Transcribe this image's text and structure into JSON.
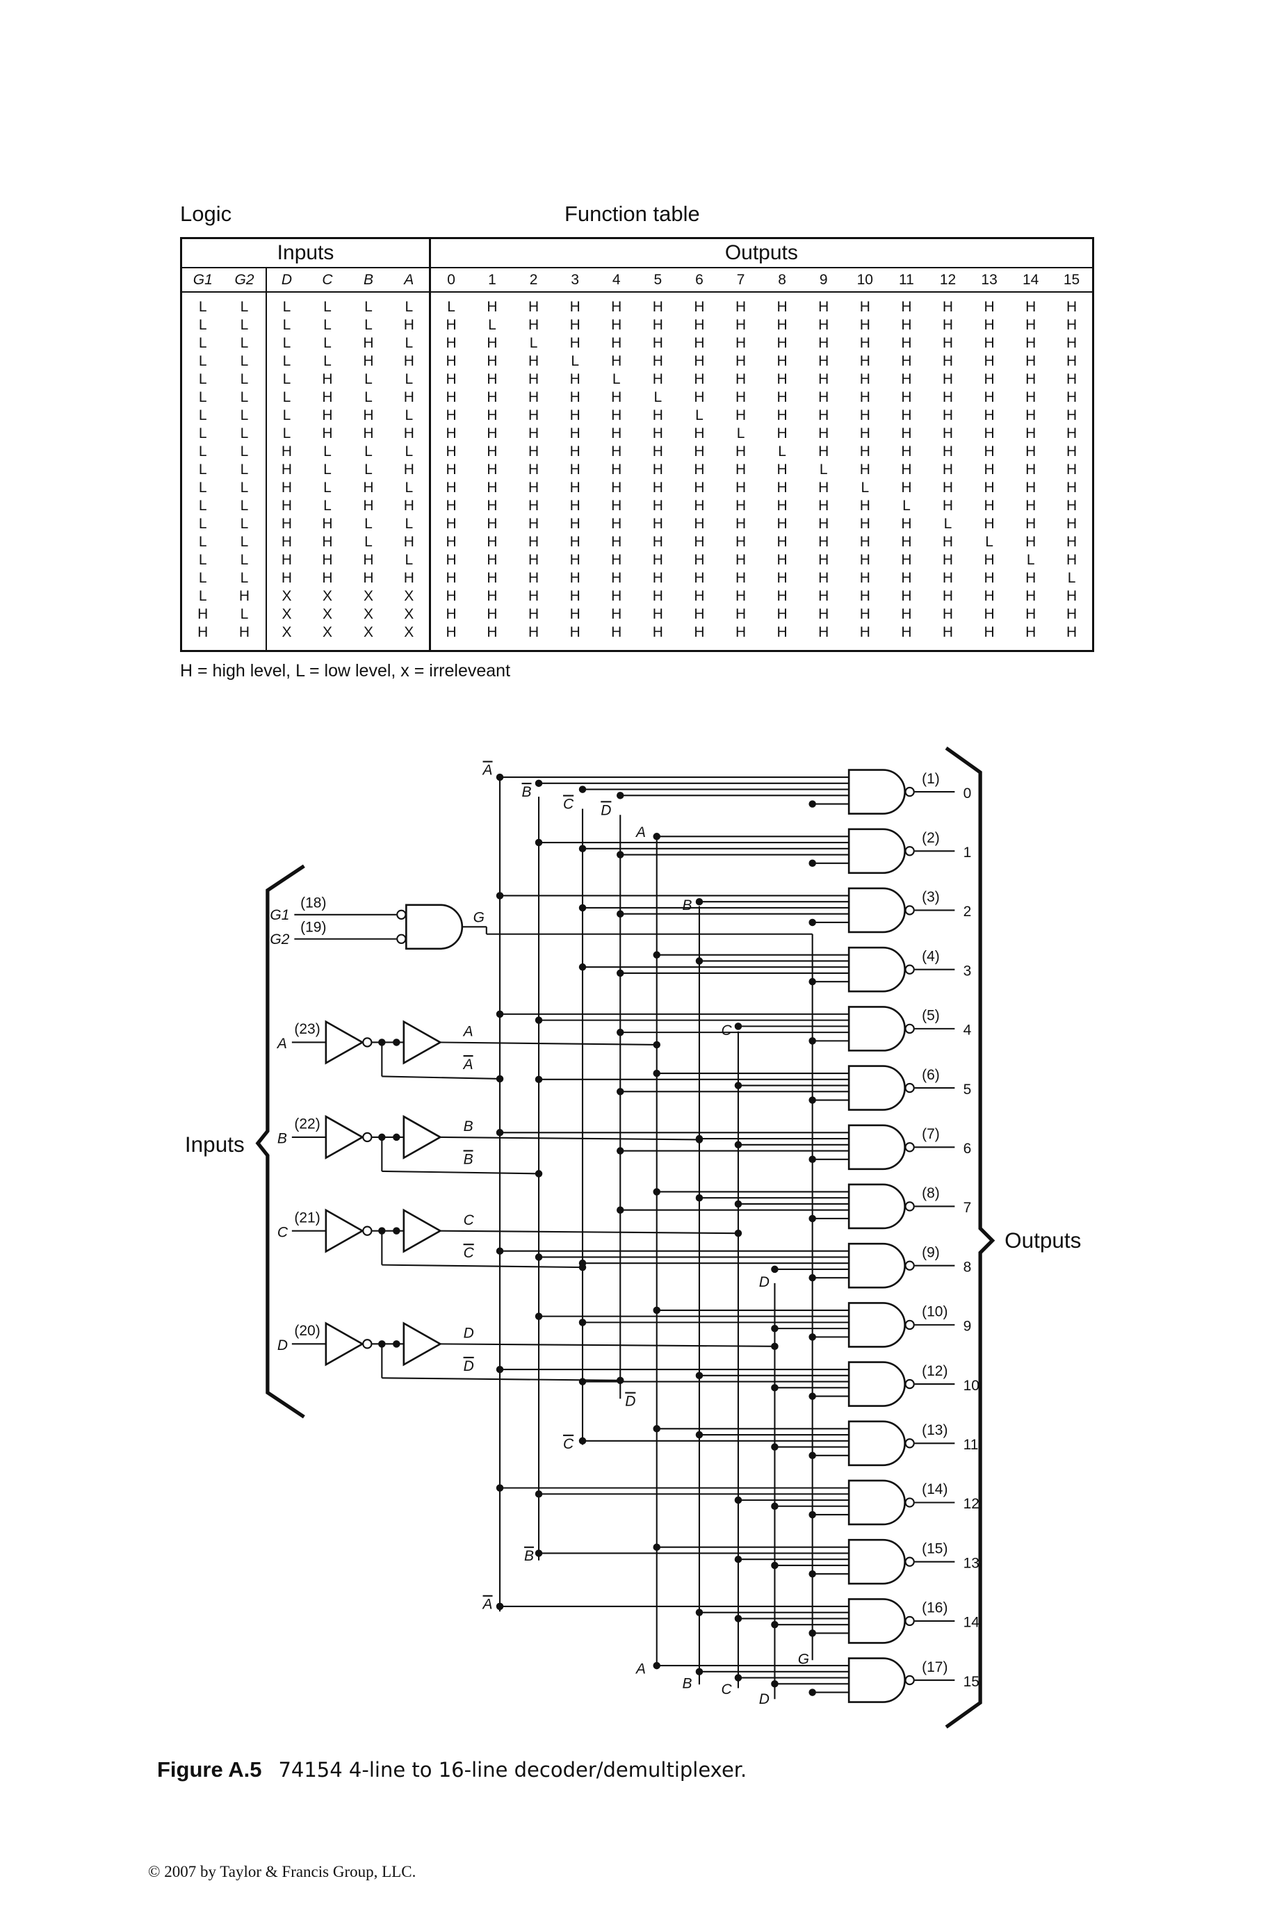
{
  "header": {
    "logic_title": "Logic",
    "function_title": "Function table"
  },
  "table": {
    "inputs_label": "Inputs",
    "outputs_label": "Outputs",
    "input_columns": [
      "G1",
      "G2",
      "D",
      "C",
      "B",
      "A"
    ],
    "output_columns": [
      "0",
      "1",
      "2",
      "3",
      "4",
      "5",
      "6",
      "7",
      "8",
      "9",
      "10",
      "11",
      "12",
      "13",
      "14",
      "15"
    ],
    "rows": [
      {
        "inputs": [
          "L",
          "L",
          "L",
          "L",
          "L",
          "L"
        ],
        "outputs": [
          "L",
          "H",
          "H",
          "H",
          "H",
          "H",
          "H",
          "H",
          "H",
          "H",
          "H",
          "H",
          "H",
          "H",
          "H",
          "H"
        ]
      },
      {
        "inputs": [
          "L",
          "L",
          "L",
          "L",
          "L",
          "H"
        ],
        "outputs": [
          "H",
          "L",
          "H",
          "H",
          "H",
          "H",
          "H",
          "H",
          "H",
          "H",
          "H",
          "H",
          "H",
          "H",
          "H",
          "H"
        ]
      },
      {
        "inputs": [
          "L",
          "L",
          "L",
          "L",
          "H",
          "L"
        ],
        "outputs": [
          "H",
          "H",
          "L",
          "H",
          "H",
          "H",
          "H",
          "H",
          "H",
          "H",
          "H",
          "H",
          "H",
          "H",
          "H",
          "H"
        ]
      },
      {
        "inputs": [
          "L",
          "L",
          "L",
          "L",
          "H",
          "H"
        ],
        "outputs": [
          "H",
          "H",
          "H",
          "L",
          "H",
          "H",
          "H",
          "H",
          "H",
          "H",
          "H",
          "H",
          "H",
          "H",
          "H",
          "H"
        ]
      },
      {
        "inputs": [
          "L",
          "L",
          "L",
          "H",
          "L",
          "L"
        ],
        "outputs": [
          "H",
          "H",
          "H",
          "H",
          "L",
          "H",
          "H",
          "H",
          "H",
          "H",
          "H",
          "H",
          "H",
          "H",
          "H",
          "H"
        ]
      },
      {
        "inputs": [
          "L",
          "L",
          "L",
          "H",
          "L",
          "H"
        ],
        "outputs": [
          "H",
          "H",
          "H",
          "H",
          "H",
          "L",
          "H",
          "H",
          "H",
          "H",
          "H",
          "H",
          "H",
          "H",
          "H",
          "H"
        ]
      },
      {
        "inputs": [
          "L",
          "L",
          "L",
          "H",
          "H",
          "L"
        ],
        "outputs": [
          "H",
          "H",
          "H",
          "H",
          "H",
          "H",
          "L",
          "H",
          "H",
          "H",
          "H",
          "H",
          "H",
          "H",
          "H",
          "H"
        ]
      },
      {
        "inputs": [
          "L",
          "L",
          "L",
          "H",
          "H",
          "H"
        ],
        "outputs": [
          "H",
          "H",
          "H",
          "H",
          "H",
          "H",
          "H",
          "L",
          "H",
          "H",
          "H",
          "H",
          "H",
          "H",
          "H",
          "H"
        ]
      },
      {
        "inputs": [
          "L",
          "L",
          "H",
          "L",
          "L",
          "L"
        ],
        "outputs": [
          "H",
          "H",
          "H",
          "H",
          "H",
          "H",
          "H",
          "H",
          "L",
          "H",
          "H",
          "H",
          "H",
          "H",
          "H",
          "H"
        ]
      },
      {
        "inputs": [
          "L",
          "L",
          "H",
          "L",
          "L",
          "H"
        ],
        "outputs": [
          "H",
          "H",
          "H",
          "H",
          "H",
          "H",
          "H",
          "H",
          "H",
          "L",
          "H",
          "H",
          "H",
          "H",
          "H",
          "H"
        ]
      },
      {
        "inputs": [
          "L",
          "L",
          "H",
          "L",
          "H",
          "L"
        ],
        "outputs": [
          "H",
          "H",
          "H",
          "H",
          "H",
          "H",
          "H",
          "H",
          "H",
          "H",
          "L",
          "H",
          "H",
          "H",
          "H",
          "H"
        ]
      },
      {
        "inputs": [
          "L",
          "L",
          "H",
          "L",
          "H",
          "H"
        ],
        "outputs": [
          "H",
          "H",
          "H",
          "H",
          "H",
          "H",
          "H",
          "H",
          "H",
          "H",
          "H",
          "L",
          "H",
          "H",
          "H",
          "H"
        ]
      },
      {
        "inputs": [
          "L",
          "L",
          "H",
          "H",
          "L",
          "L"
        ],
        "outputs": [
          "H",
          "H",
          "H",
          "H",
          "H",
          "H",
          "H",
          "H",
          "H",
          "H",
          "H",
          "H",
          "L",
          "H",
          "H",
          "H"
        ]
      },
      {
        "inputs": [
          "L",
          "L",
          "H",
          "H",
          "L",
          "H"
        ],
        "outputs": [
          "H",
          "H",
          "H",
          "H",
          "H",
          "H",
          "H",
          "H",
          "H",
          "H",
          "H",
          "H",
          "H",
          "L",
          "H",
          "H"
        ]
      },
      {
        "inputs": [
          "L",
          "L",
          "H",
          "H",
          "H",
          "L"
        ],
        "outputs": [
          "H",
          "H",
          "H",
          "H",
          "H",
          "H",
          "H",
          "H",
          "H",
          "H",
          "H",
          "H",
          "H",
          "H",
          "L",
          "H"
        ]
      },
      {
        "inputs": [
          "L",
          "L",
          "H",
          "H",
          "H",
          "H"
        ],
        "outputs": [
          "H",
          "H",
          "H",
          "H",
          "H",
          "H",
          "H",
          "H",
          "H",
          "H",
          "H",
          "H",
          "H",
          "H",
          "H",
          "L"
        ]
      },
      {
        "inputs": [
          "L",
          "H",
          "X",
          "X",
          "X",
          "X"
        ],
        "outputs": [
          "H",
          "H",
          "H",
          "H",
          "H",
          "H",
          "H",
          "H",
          "H",
          "H",
          "H",
          "H",
          "H",
          "H",
          "H",
          "H"
        ]
      },
      {
        "inputs": [
          "H",
          "L",
          "X",
          "X",
          "X",
          "X"
        ],
        "outputs": [
          "H",
          "H",
          "H",
          "H",
          "H",
          "H",
          "H",
          "H",
          "H",
          "H",
          "H",
          "H",
          "H",
          "H",
          "H",
          "H"
        ]
      },
      {
        "inputs": [
          "H",
          "H",
          "X",
          "X",
          "X",
          "X"
        ],
        "outputs": [
          "H",
          "H",
          "H",
          "H",
          "H",
          "H",
          "H",
          "H",
          "H",
          "H",
          "H",
          "H",
          "H",
          "H",
          "H",
          "H"
        ]
      }
    ],
    "legend": "H = high level, L = low level, x = irreleveant"
  },
  "circuit": {
    "inputs_label": "Inputs",
    "outputs_label": "Outputs",
    "enable_inputs": [
      {
        "name": "G1",
        "pin": "(18)"
      },
      {
        "name": "G2",
        "pin": "(19)"
      }
    ],
    "enable_output": "G",
    "address_inputs": [
      {
        "name": "A",
        "pin": "(23)",
        "true": "A",
        "comp": "A"
      },
      {
        "name": "B",
        "pin": "(22)",
        "true": "B",
        "comp": "B"
      },
      {
        "name": "C",
        "pin": "(21)",
        "true": "C",
        "comp": "C"
      },
      {
        "name": "D",
        "pin": "(20)",
        "true": "D",
        "comp": "D"
      }
    ],
    "outputs": [
      {
        "pin": "(1)",
        "label": "0"
      },
      {
        "pin": "(2)",
        "label": "1"
      },
      {
        "pin": "(3)",
        "label": "2"
      },
      {
        "pin": "(4)",
        "label": "3"
      },
      {
        "pin": "(5)",
        "label": "4"
      },
      {
        "pin": "(6)",
        "label": "5"
      },
      {
        "pin": "(7)",
        "label": "6"
      },
      {
        "pin": "(8)",
        "label": "7"
      },
      {
        "pin": "(9)",
        "label": "8"
      },
      {
        "pin": "(10)",
        "label": "9"
      },
      {
        "pin": "(12)",
        "label": "10"
      },
      {
        "pin": "(13)",
        "label": "11"
      },
      {
        "pin": "(14)",
        "label": "12"
      },
      {
        "pin": "(15)",
        "label": "13"
      },
      {
        "pin": "(16)",
        "label": "14"
      },
      {
        "pin": "(17)",
        "label": "15"
      }
    ],
    "bus_labels": [
      {
        "text": "A",
        "overline": true
      },
      {
        "text": "B",
        "overline": true
      },
      {
        "text": "C",
        "overline": true
      },
      {
        "text": "D",
        "overline": true
      },
      {
        "text": "A",
        "overline": false
      },
      {
        "text": "B",
        "overline": false
      },
      {
        "text": "C",
        "overline": false
      },
      {
        "text": "D",
        "overline": false
      },
      {
        "text": "G",
        "overline": false
      }
    ]
  },
  "caption": {
    "label": "Figure A.5",
    "text": "74154 4-line to 16-line decoder/demultiplexer."
  },
  "footer": {
    "copyright": "© 2007 by Taylor & Francis Group, LLC."
  }
}
